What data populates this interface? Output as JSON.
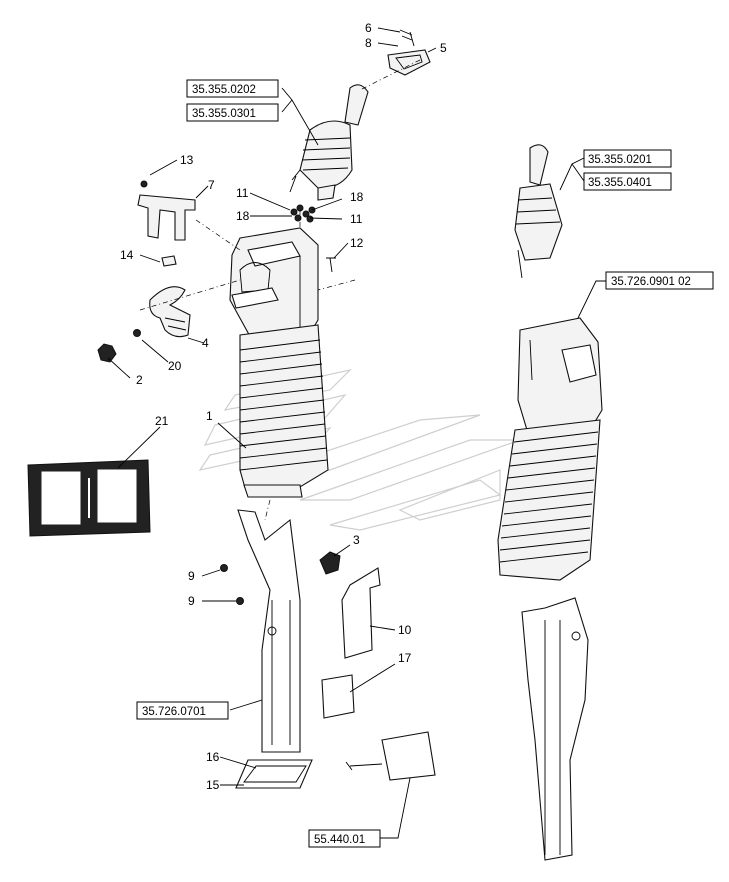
{
  "callouts": [
    {
      "key": "6",
      "text": "6"
    },
    {
      "key": "8",
      "text": "8"
    },
    {
      "key": "5",
      "text": "5"
    },
    {
      "key": "13",
      "text": "13"
    },
    {
      "key": "7",
      "text": "7"
    },
    {
      "key": "11a",
      "text": "11"
    },
    {
      "key": "18a",
      "text": "18"
    },
    {
      "key": "18b",
      "text": "18"
    },
    {
      "key": "11b",
      "text": "11"
    },
    {
      "key": "12",
      "text": "12"
    },
    {
      "key": "14",
      "text": "14"
    },
    {
      "key": "4",
      "text": "4"
    },
    {
      "key": "2",
      "text": "2"
    },
    {
      "key": "20",
      "text": "20"
    },
    {
      "key": "1",
      "text": "1"
    },
    {
      "key": "21",
      "text": "21"
    },
    {
      "key": "3",
      "text": "3"
    },
    {
      "key": "9a",
      "text": "9"
    },
    {
      "key": "9b",
      "text": "9"
    },
    {
      "key": "10",
      "text": "10"
    },
    {
      "key": "17",
      "text": "17"
    },
    {
      "key": "16",
      "text": "16"
    },
    {
      "key": "15",
      "text": "15"
    }
  ],
  "code_labels": [
    {
      "key": "c1",
      "text": "35.355.0202"
    },
    {
      "key": "c2",
      "text": "35.355.0301"
    },
    {
      "key": "c3",
      "text": "35.355.0201"
    },
    {
      "key": "c4",
      "text": "35.355.0401"
    },
    {
      "key": "c5",
      "text": "35.726.0901 02"
    },
    {
      "key": "c6",
      "text": "35.726.0701"
    },
    {
      "key": "c7",
      "text": "55.440.01"
    }
  ]
}
